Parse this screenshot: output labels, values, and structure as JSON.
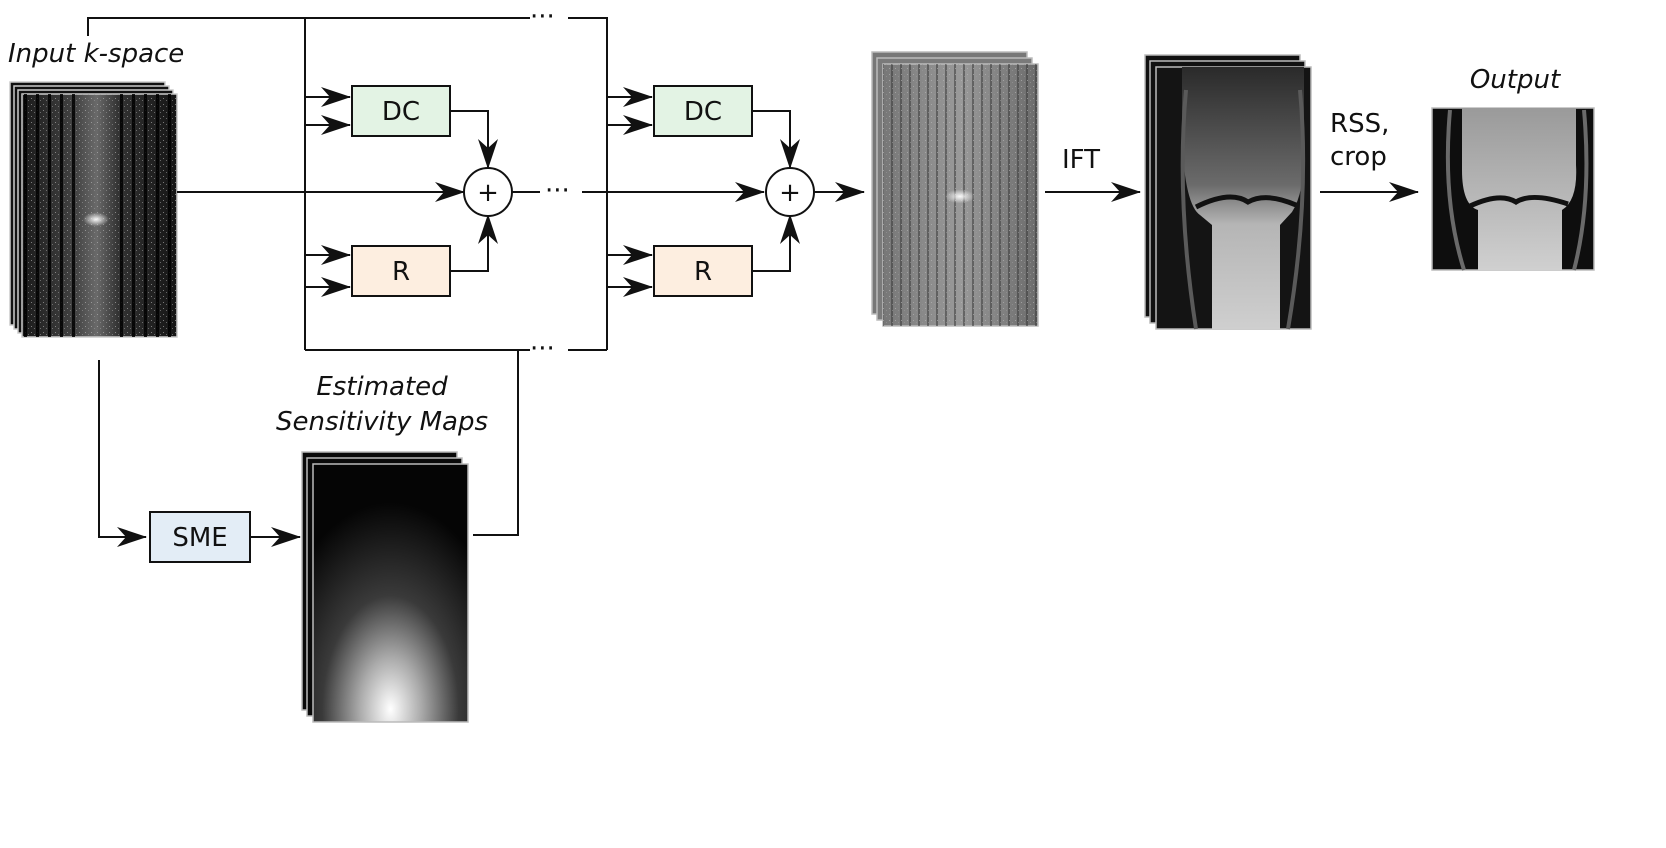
{
  "labels": {
    "input_kspace": "Input k-space",
    "estimated_line1": "Estimated",
    "estimated_line2": "Sensitivity Maps",
    "output": "Output",
    "ift": "IFT",
    "rss_line1": "RSS,",
    "rss_line2": "crop",
    "ellipsis": "···",
    "plus": "+"
  },
  "blocks": {
    "dc": "DC",
    "r": "R",
    "sme": "SME"
  },
  "colors": {
    "dc_fill": "#e3f3e4",
    "r_fill": "#fdeee0",
    "sme_fill": "#e3edf6",
    "line": "#111111"
  }
}
